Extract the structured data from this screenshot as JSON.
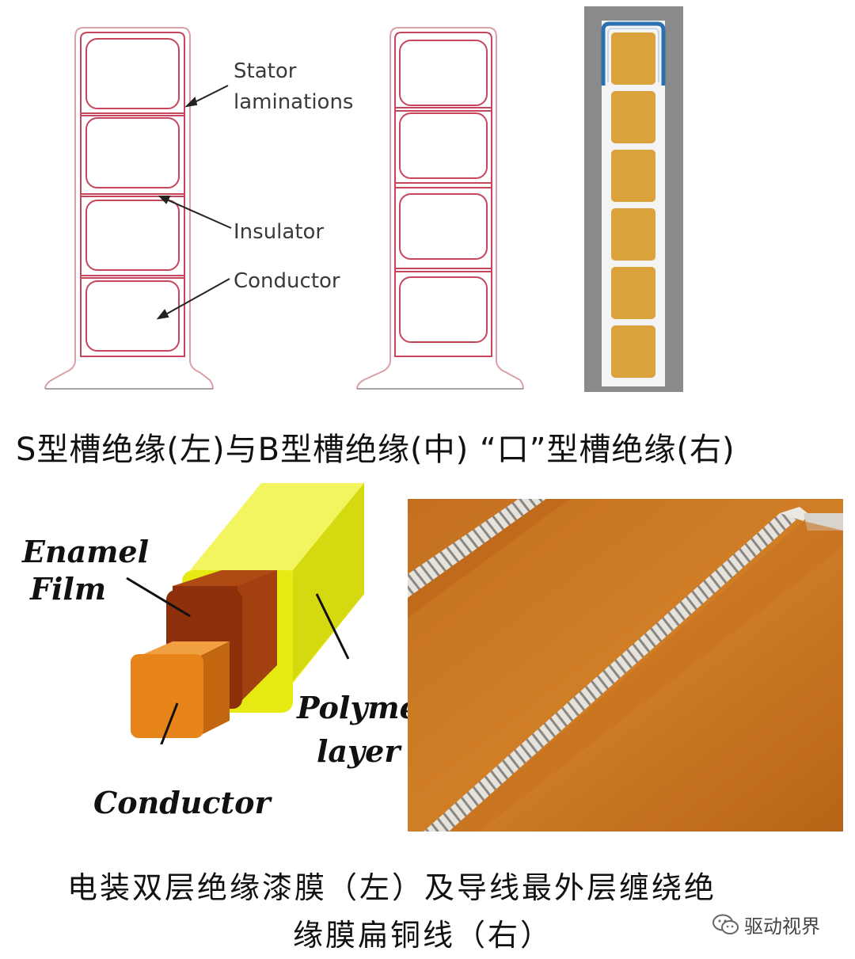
{
  "top": {
    "labels": {
      "stator": "Stator",
      "laminations": "laminations",
      "insulator": "Insulator",
      "conductor": "Conductor"
    },
    "caption": "S型槽绝缘(左)与B型槽绝缘(中) “口”型槽绝缘(右)"
  },
  "bottom": {
    "labels": {
      "enamel": "Enamel",
      "film": "Film",
      "polymer": "Polymer",
      "layer": "layer",
      "conductor": "Conductor"
    },
    "caption_line1": "电装双层绝缘漆膜（左）及导线最外层缠绕绝",
    "caption_line2": "缘膜扁铜线（右）"
  },
  "watermark": {
    "text": "驱动视界",
    "icon": "wechat-icon"
  },
  "colors": {
    "lamination_line": "#d9a0a6",
    "insulator_line": "#c8465c",
    "slot_bg": "#8a8a8a",
    "conductor_orange": "#dba33c",
    "liner_blue": "#2e6fb0",
    "polymer_yellow": "#e8ec1a",
    "enamel_brown": "#8c2f0a",
    "conductor_3d": "#e8851a",
    "photo_bg": "#c8731e"
  }
}
